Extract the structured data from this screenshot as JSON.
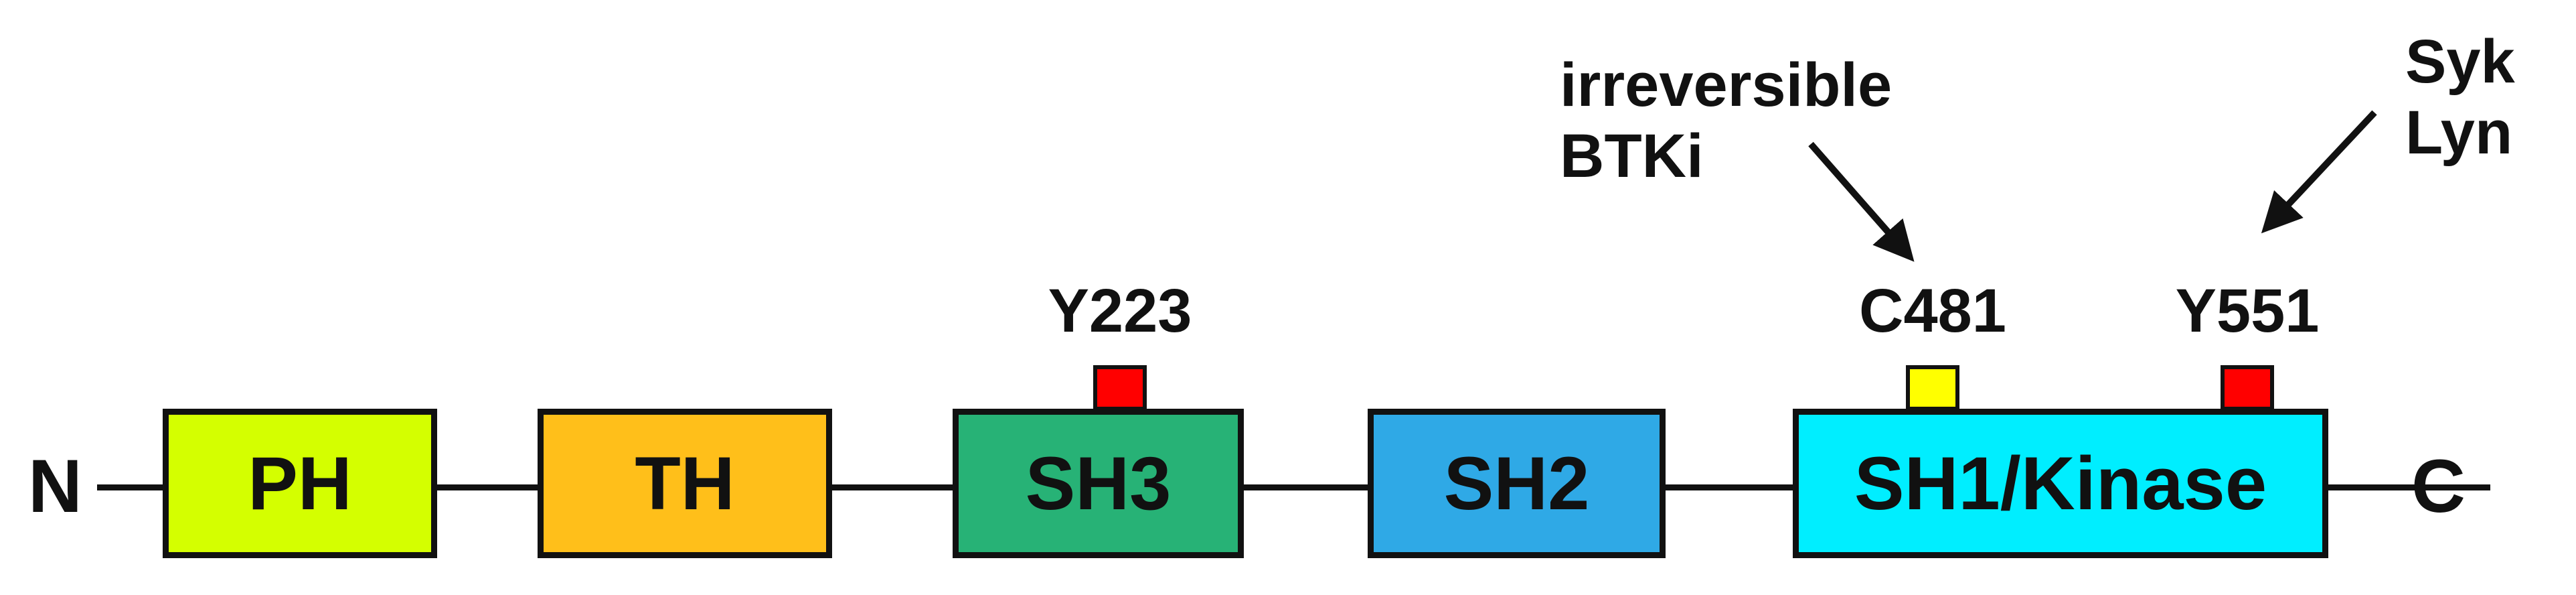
{
  "termini": {
    "n": "N",
    "c": "C"
  },
  "domains": [
    {
      "label": "PH",
      "color": "#d4ff00"
    },
    {
      "label": "TH",
      "color": "#ffbf1a"
    },
    {
      "label": "SH3",
      "color": "#27b276"
    },
    {
      "label": "SH2",
      "color": "#2fa9e6"
    },
    {
      "label": "SH1/Kinase",
      "color": "#00eeff"
    }
  ],
  "sites": [
    {
      "label": "Y223",
      "color": "#ff0000"
    },
    {
      "label": "C481",
      "color": "#ffff00"
    },
    {
      "label": "Y551",
      "color": "#ff0000"
    }
  ],
  "annotations": {
    "btki": {
      "line1": "irreversible",
      "line2": "BTKi"
    },
    "kinases": {
      "line1": "Syk",
      "line2": "Lyn"
    }
  }
}
